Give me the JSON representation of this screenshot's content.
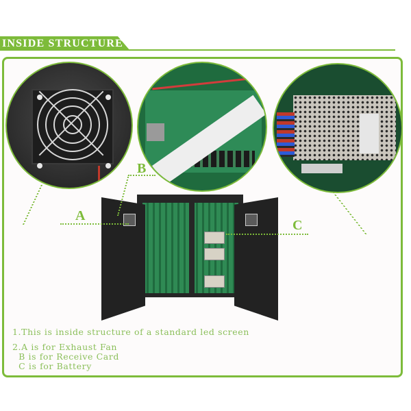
{
  "header": {
    "title": "INSIDE STRUCTURE",
    "accent_color": "#7dbb3a"
  },
  "figures": [
    {
      "id": "A",
      "label": "A",
      "depicts": "exhaust-fan-closeup"
    },
    {
      "id": "B",
      "label": "B",
      "depicts": "receive-card-closeup"
    },
    {
      "id": "C",
      "label": "C",
      "depicts": "battery-closeup"
    }
  ],
  "main_image": {
    "depicts": "led-cabinet-open-doors"
  },
  "captions": {
    "line1": "1.This is inside structure of a standard led screen",
    "line2": "2.A is for Exhaust Fan",
    "line3": "  B is for Receive Card",
    "line4": "  C is for Battery"
  },
  "colors": {
    "accent": "#7dbb3a",
    "caption_text": "#8bbf5a",
    "background": "#ffffff"
  }
}
